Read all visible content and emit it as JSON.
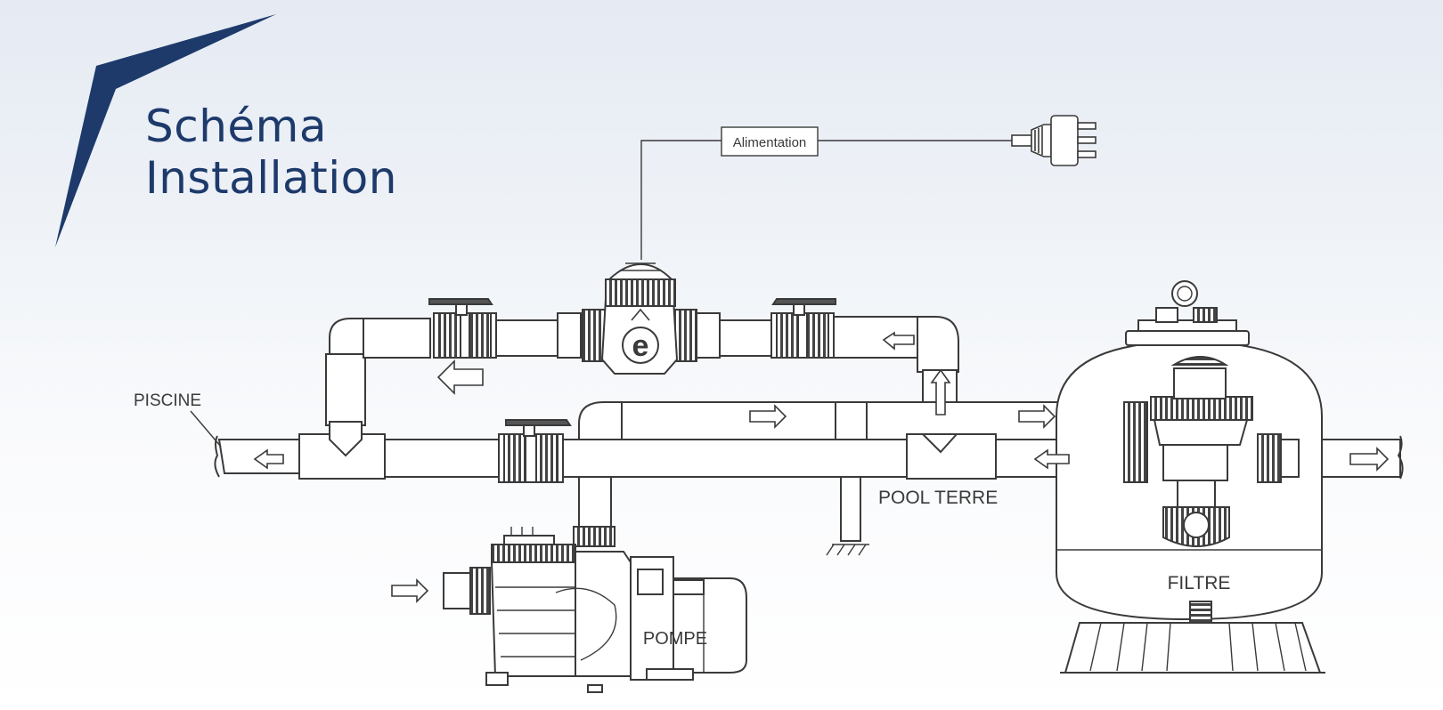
{
  "title": {
    "line1": "Schéma",
    "line2": "Installation"
  },
  "labels": {
    "power": "Alimentation",
    "pool": "PISCINE",
    "ground": "POOL TERRE",
    "filter": "FILTRE",
    "pump": "POMPE"
  },
  "colors": {
    "brand": "#1d3a6b",
    "line": "#3a3a3a"
  },
  "icons": {
    "corner_logo": "chevron-logo-icon",
    "plug": "plug-icon",
    "arrows": "flow-arrow-icon"
  }
}
